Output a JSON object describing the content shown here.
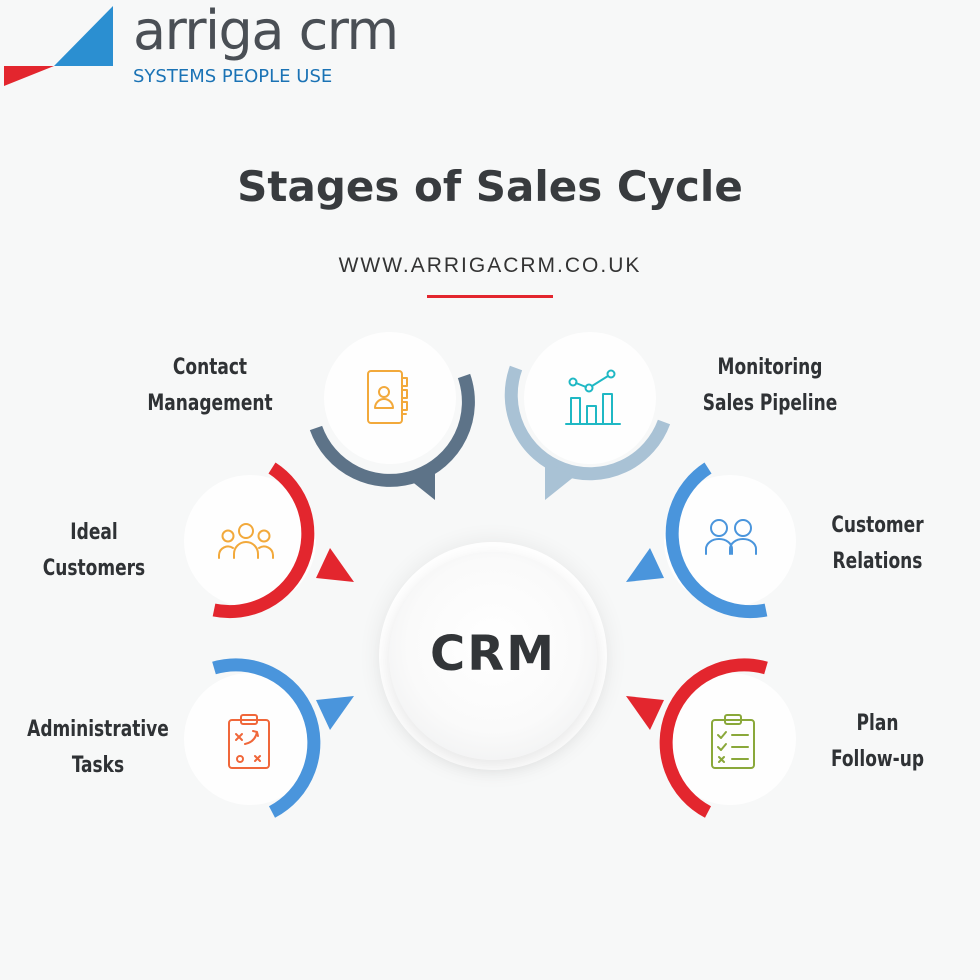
{
  "brand": {
    "name": "arriga crm",
    "tagline": "SYSTEMS PEOPLE USE",
    "colors": {
      "blue": "#2b8fd1",
      "red": "#e3262e",
      "text": "#4a4f55"
    }
  },
  "title": "Stages of Sales Cycle",
  "url": "WWW.ARRIGACRM.CO.UK",
  "hub": {
    "label": "CRM"
  },
  "stages": [
    {
      "id": "contact-management",
      "lines": [
        "Contact",
        "Management"
      ],
      "icon": "address-book-icon",
      "ring_color": "#5d7388",
      "icon_color": "#f2a93b"
    },
    {
      "id": "monitoring-sales-pipeline",
      "lines": [
        "Monitoring",
        "Sales Pipeline"
      ],
      "icon": "bar-chart-trend-icon",
      "ring_color": "#a9c2d5",
      "icon_color": "#1fb8c4"
    },
    {
      "id": "ideal-customers",
      "lines": [
        "Ideal",
        "Customers"
      ],
      "icon": "people-group-icon",
      "ring_color": "#e3262e",
      "icon_color": "#f2a93b"
    },
    {
      "id": "customer-relations",
      "lines": [
        "Customer",
        "Relations"
      ],
      "icon": "two-people-icon",
      "ring_color": "#4a95dc",
      "icon_color": "#4a95dc"
    },
    {
      "id": "administrative-tasks",
      "lines": [
        "Administrative",
        "Tasks"
      ],
      "icon": "strategy-clipboard-icon",
      "ring_color": "#4a95dc",
      "icon_color": "#f0673a"
    },
    {
      "id": "plan-follow-up",
      "lines": [
        "Plan",
        "Follow-up"
      ],
      "icon": "checklist-clipboard-icon",
      "ring_color": "#e3262e",
      "icon_color": "#8aa83a"
    }
  ]
}
